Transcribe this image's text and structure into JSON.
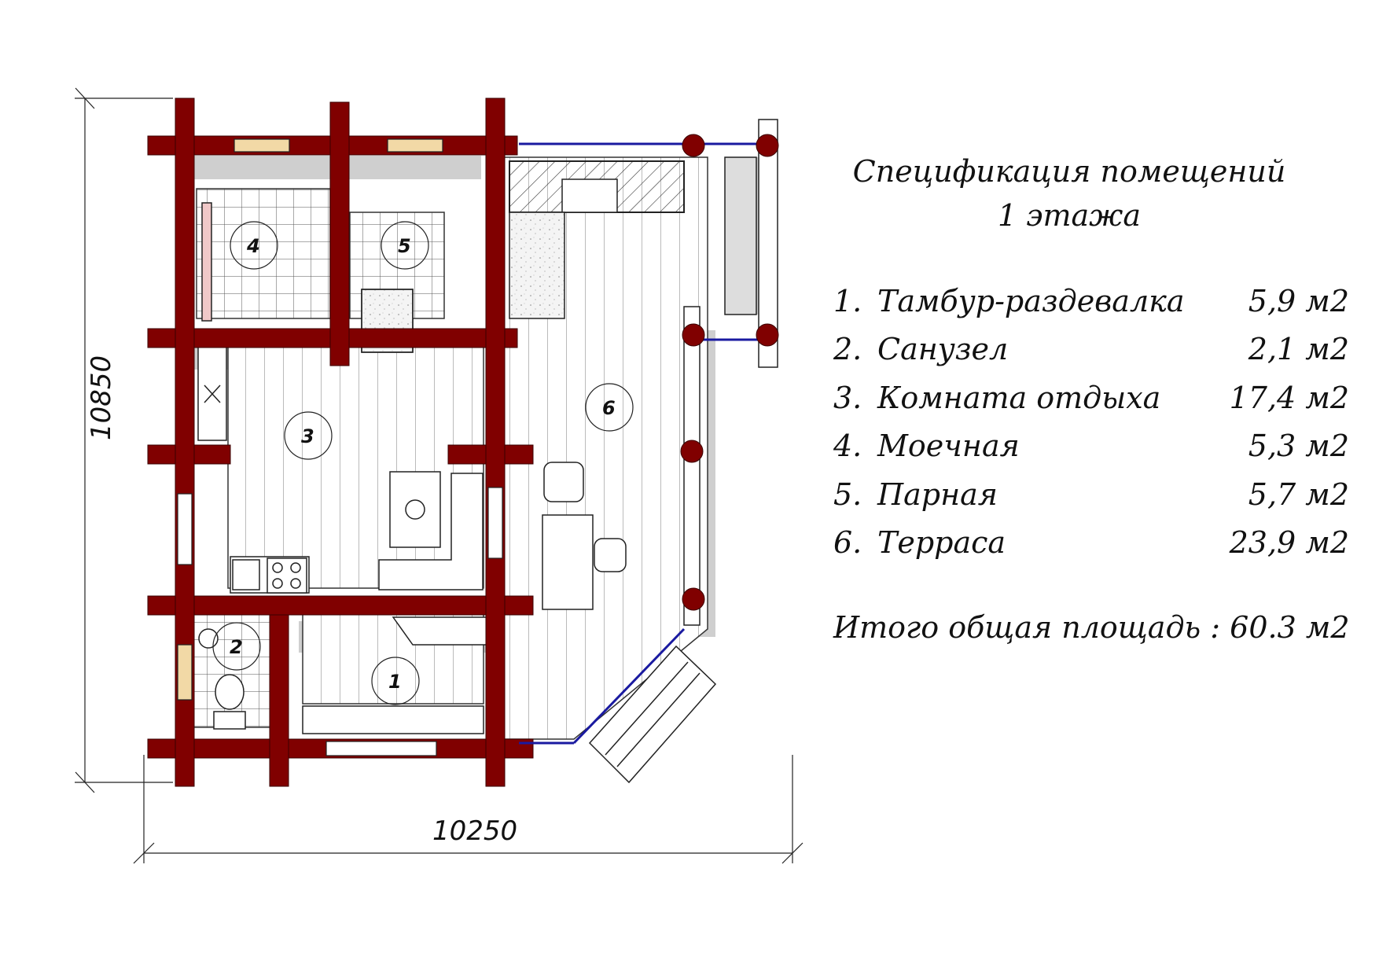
{
  "dimensions": {
    "width_label": "10250",
    "height_label": "10850"
  },
  "colors": {
    "log_wall": "#800000",
    "glazing_line": "#1a1aa0",
    "wood_trim": "#f2d9a6"
  },
  "rooms_on_plan": [
    "1",
    "2",
    "3",
    "4",
    "5",
    "6"
  ],
  "spec": {
    "title_line1": "Спецификация помещений",
    "title_line2": "1 этажа",
    "rooms": [
      {
        "num": "1.",
        "name": "Тамбур-раздевалка",
        "area": "5,9 м2"
      },
      {
        "num": "2.",
        "name": "Санузел",
        "area": "2,1 м2"
      },
      {
        "num": "3.",
        "name": "Комната отдыха",
        "area": "17,4 м2"
      },
      {
        "num": "4.",
        "name": "Моечная",
        "area": "5,3 м2"
      },
      {
        "num": "5.",
        "name": "Парная",
        "area": "5,7 м2"
      },
      {
        "num": "6.",
        "name": "Терраса",
        "area": "23,9 м2"
      }
    ],
    "total": "Итого общая площадь : 60.3 м2"
  }
}
